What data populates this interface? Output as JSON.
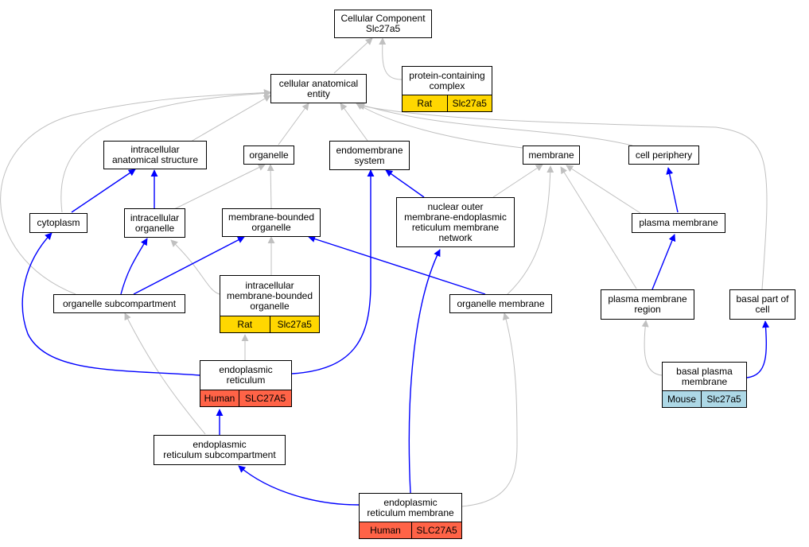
{
  "nodes": {
    "cc": {
      "l1": "Cellular Component",
      "l2": "Slc27a5"
    },
    "pcc": {
      "l1": "protein-containing",
      "l2": "complex",
      "sp": "Rat",
      "gene": "Slc27a5"
    },
    "cae": {
      "l1": "cellular anatomical",
      "l2": "entity"
    },
    "ias": {
      "l1": "intracellular",
      "l2": "anatomical structure"
    },
    "organelle": {
      "l1": "organelle"
    },
    "endo": {
      "l1": "endomembrane",
      "l2": "system"
    },
    "membrane": {
      "l1": "membrane"
    },
    "cellper": {
      "l1": "cell periphery"
    },
    "cytoplasm": {
      "l1": "cytoplasm"
    },
    "io": {
      "l1": "intracellular",
      "l2": "organelle"
    },
    "mbo": {
      "l1": "membrane-bounded",
      "l2": "organelle"
    },
    "nucout": {
      "l1": "nuclear outer",
      "l2": "membrane-endoplasmic",
      "l3": "reticulum membrane",
      "l4": "network"
    },
    "pm": {
      "l1": "plasma membrane"
    },
    "osub": {
      "l1": "organelle subcompartment"
    },
    "imbo": {
      "l1": "intracellular",
      "l2": "membrane-bounded",
      "l3": "organelle",
      "sp": "Rat",
      "gene": "Slc27a5"
    },
    "omem": {
      "l1": "organelle membrane"
    },
    "pmr": {
      "l1": "plasma membrane",
      "l2": "region"
    },
    "bpc": {
      "l1": "basal part of",
      "l2": "cell"
    },
    "er": {
      "l1": "endoplasmic",
      "l2": "reticulum",
      "sp": "Human",
      "gene": "SLC27A5"
    },
    "bpm": {
      "l1": "basal plasma",
      "l2": "membrane",
      "sp": "Mouse",
      "gene": "Slc27a5"
    },
    "ersub": {
      "l1": "endoplasmic",
      "l2": "reticulum subcompartment"
    },
    "erm": {
      "l1": "endoplasmic",
      "l2": "reticulum membrane",
      "sp": "Human",
      "gene": "SLC27A5"
    }
  },
  "colors": {
    "rat": "#ffd700",
    "human": "#ff6347",
    "mouse": "#add8e6",
    "is_a_edge": "#c0c0c0",
    "part_of_edge": "#0000ff"
  }
}
